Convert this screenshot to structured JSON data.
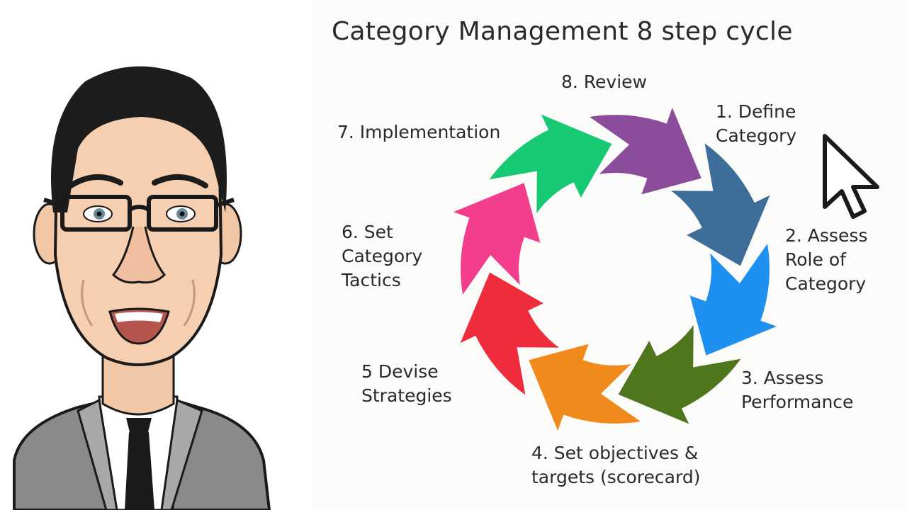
{
  "diagram": {
    "title": "Category Management 8 step cycle",
    "steps": [
      {
        "id": "s1",
        "lines": [
          "1. Define",
          "Category"
        ],
        "color": "#3d6d99"
      },
      {
        "id": "s2",
        "lines": [
          "2. Assess",
          "Role of",
          "Category"
        ],
        "color": "#1e90f0"
      },
      {
        "id": "s3",
        "lines": [
          "3. Assess",
          "Performance"
        ],
        "color": "#4f751d"
      },
      {
        "id": "s4",
        "lines": [
          "4. Set objectives &",
          "targets (scorecard)"
        ],
        "color": "#f08a1c"
      },
      {
        "id": "s5",
        "lines": [
          "5 Devise",
          "Strategies"
        ],
        "color": "#ee2c3c"
      },
      {
        "id": "s6",
        "lines": [
          "6. Set",
          "Category",
          "Tactics"
        ],
        "color": "#f23e8c"
      },
      {
        "id": "s7",
        "lines": [
          "7. Implementation"
        ],
        "color": "#16c972"
      },
      {
        "id": "s8",
        "lines": [
          "8. Review"
        ],
        "color": "#8b4c9c"
      }
    ]
  },
  "presenter": {
    "role": "cartoon-presenter"
  },
  "cursor": {
    "icon": "mouse-pointer-icon"
  }
}
